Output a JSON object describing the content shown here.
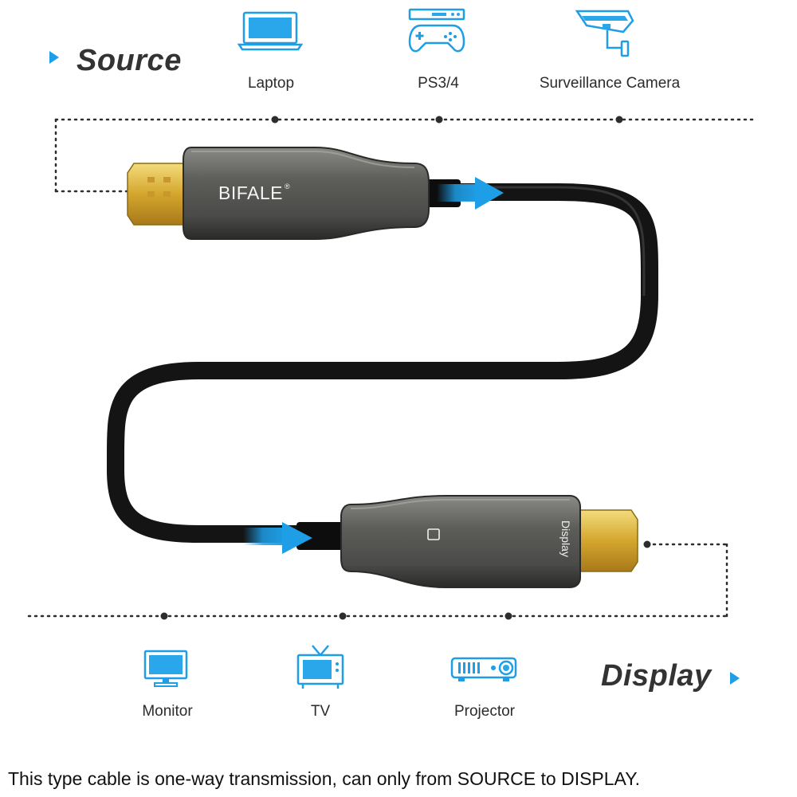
{
  "source": {
    "heading": "Source",
    "devices": [
      {
        "label": "Laptop",
        "icon": "laptop-icon"
      },
      {
        "label": "PS3/4",
        "icon": "gamepad-icon"
      },
      {
        "label": "Surveillance Camera",
        "icon": "surveillance-camera-icon"
      }
    ]
  },
  "display": {
    "heading": "Display",
    "devices": [
      {
        "label": "Monitor",
        "icon": "monitor-icon"
      },
      {
        "label": "TV",
        "icon": "tv-icon"
      },
      {
        "label": "Projector",
        "icon": "projector-icon"
      }
    ]
  },
  "cable": {
    "brand": "BIFALE",
    "brand_mark": "®",
    "display_end_label": "Display"
  },
  "caption": "This type cable is one-way transmission, can only from SOURCE to DISPLAY.",
  "colors": {
    "accent": "#1e9ee6",
    "icon_fill": "#2aa6ea",
    "heading_text": "#333333",
    "connector_shell": "#5e5e5c",
    "gold_plug": "#d8b23c",
    "cable": "#141414"
  }
}
